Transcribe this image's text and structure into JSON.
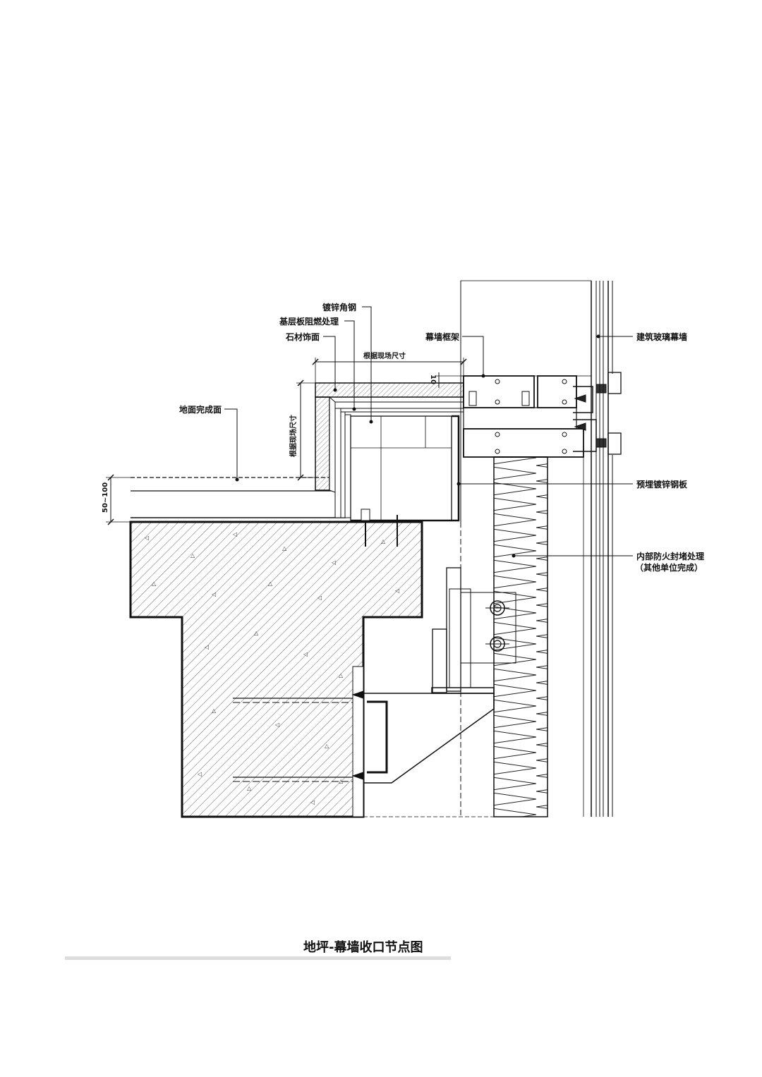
{
  "title": "地坪-幕墙收口节点图",
  "labels": {
    "galvanized_angle": "镀锌角钢",
    "base_board": "基层板阻燃处理",
    "stone_finish": "石材饰面",
    "curtain_frame": "幕墙框架",
    "glass_curtain_wall": "建筑玻璃幕墙",
    "floor_finish": "地面完成面",
    "embedded_plate": "预埋镀锌钢板",
    "fire_stop_line1": "内部防火封堵处理",
    "fire_stop_line2": "（其他单位完成）"
  },
  "dimensions": {
    "site_size_horizontal": "根据现场尺寸",
    "site_size_vertical": "根据现场尺寸",
    "gap_10": "10",
    "floor_height": "50~100"
  }
}
